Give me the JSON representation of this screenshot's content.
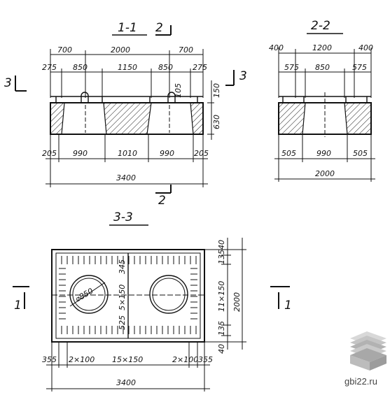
{
  "sections": {
    "s11": {
      "title": "1-1",
      "cut_mark": "2"
    },
    "s22": {
      "title": "2-2"
    },
    "s33": {
      "title": "3-3"
    },
    "marks": {
      "left3": "3",
      "right3": "3",
      "bottom2": "2",
      "left1": "1",
      "right1": "1"
    }
  },
  "s11_dims": {
    "top": [
      "700",
      "2000",
      "700"
    ],
    "second": [
      "275",
      "850",
      "1150",
      "850",
      "275"
    ],
    "small": [
      "105",
      "150"
    ],
    "height": "630",
    "bottom": [
      "205",
      "990",
      "1010",
      "990",
      "205"
    ],
    "total": "3400"
  },
  "s22_dims": {
    "top": [
      "400",
      "1200",
      "400"
    ],
    "second": [
      "575",
      "850",
      "575"
    ],
    "bottom": [
      "505",
      "990",
      "505"
    ],
    "total": "2000"
  },
  "s33_dims": {
    "diameter": "⌀850",
    "vertical_inner": [
      "345",
      "5×150",
      "525"
    ],
    "right_vertical": [
      "40",
      "135",
      "11×150",
      "135",
      "40"
    ],
    "right_total": "2000",
    "bottom": [
      "355",
      "2×100",
      "15×150",
      "2×100",
      "355"
    ],
    "total": "3400"
  },
  "watermark": {
    "text": "gbi22.ru"
  }
}
